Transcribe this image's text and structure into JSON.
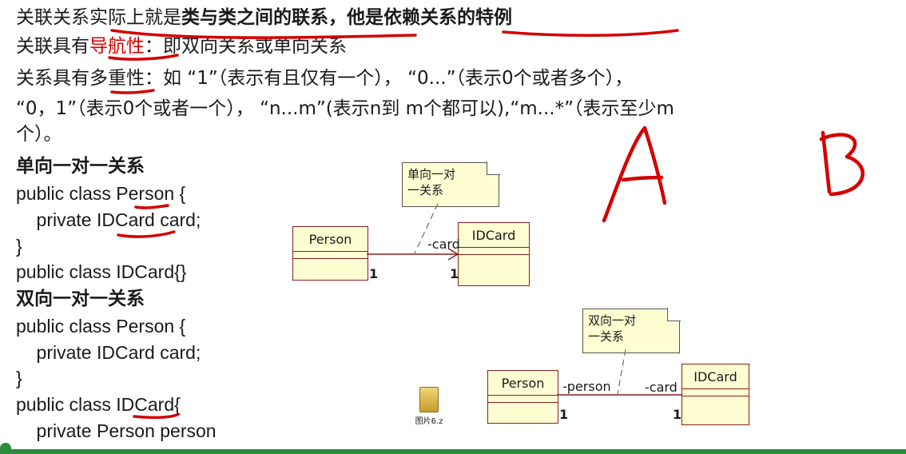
{
  "lines": {
    "l1_a": "关联关系实际上就是",
    "l1_b": "类与类之间的联系，他是依赖关系的特例",
    "l2_a": "关联具有",
    "l2_b": "导航性",
    "l2_c": "：即双向关系或单向关系",
    "l3": "关系具有多重性：如 “1”（表示有且仅有一个），  “0...”（表示0个或者多个），",
    "l4": " “0，1”（表示0个或者一个），  “n...m”(表示n到  m个都可以),“m...*”（表示至少m",
    "l5": "个）。"
  },
  "section1": {
    "title": "单向一对一关系",
    "code": [
      "public class Person {",
      "    private IDCard card;",
      "}",
      "public class IDCard{}"
    ]
  },
  "section2": {
    "title": "双向一对一关系",
    "code": [
      "public class Person {",
      "    private IDCard card;",
      "}",
      "public class IDCard{",
      "    private Person person"
    ]
  },
  "diagram1": {
    "note": [
      "单向一对",
      "一关系"
    ],
    "class_a": "Person",
    "class_b": "IDCard",
    "role": "-card",
    "mult_a": "1",
    "mult_b": "1"
  },
  "diagram2": {
    "note": [
      "双向一对",
      "一关系"
    ],
    "class_a": "Person",
    "class_b": "IDCard",
    "role_a": "-person",
    "role_b": "-card",
    "mult_a": "1",
    "mult_b": "1"
  },
  "file_icon_label": "图片6.z",
  "handwriting": {
    "a": "A",
    "b": "B"
  },
  "colors": {
    "ink_red": "#d40000",
    "uml_border": "#8a1e1e",
    "uml_fill": "#fffed3",
    "bar": "#2d8b3e"
  }
}
